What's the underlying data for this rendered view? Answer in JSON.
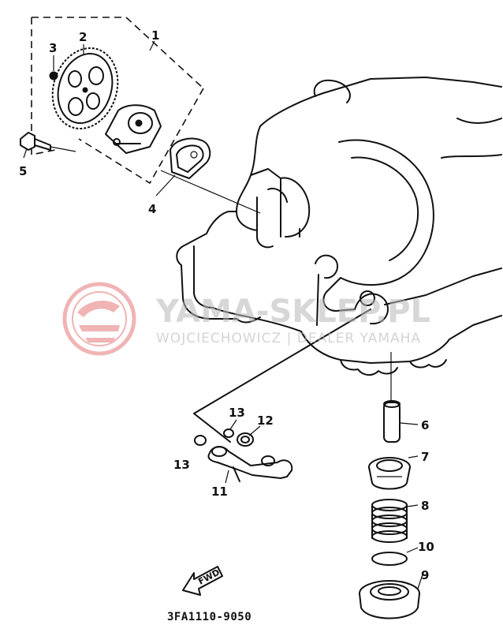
{
  "document_code": "3FA1110-9050",
  "fwd_label": "FWD",
  "watermark": {
    "title": "YAMA-SKLEP.PL",
    "subtitle": "WOJCIECHOWICZ | DEALER YAMAHA",
    "color": "#e05a5a"
  },
  "callouts": [
    {
      "id": "c1",
      "label": "1"
    },
    {
      "id": "c2",
      "label": "2"
    },
    {
      "id": "c3",
      "label": "3"
    },
    {
      "id": "c4",
      "label": "4"
    },
    {
      "id": "c5",
      "label": "5"
    },
    {
      "id": "c6",
      "label": "6"
    },
    {
      "id": "c7",
      "label": "7"
    },
    {
      "id": "c8",
      "label": "8"
    },
    {
      "id": "c9",
      "label": "9"
    },
    {
      "id": "c10",
      "label": "10"
    },
    {
      "id": "c11",
      "label": "11"
    },
    {
      "id": "c12",
      "label": "12"
    },
    {
      "id": "c13a",
      "label": "13"
    },
    {
      "id": "c13b",
      "label": "13"
    }
  ]
}
